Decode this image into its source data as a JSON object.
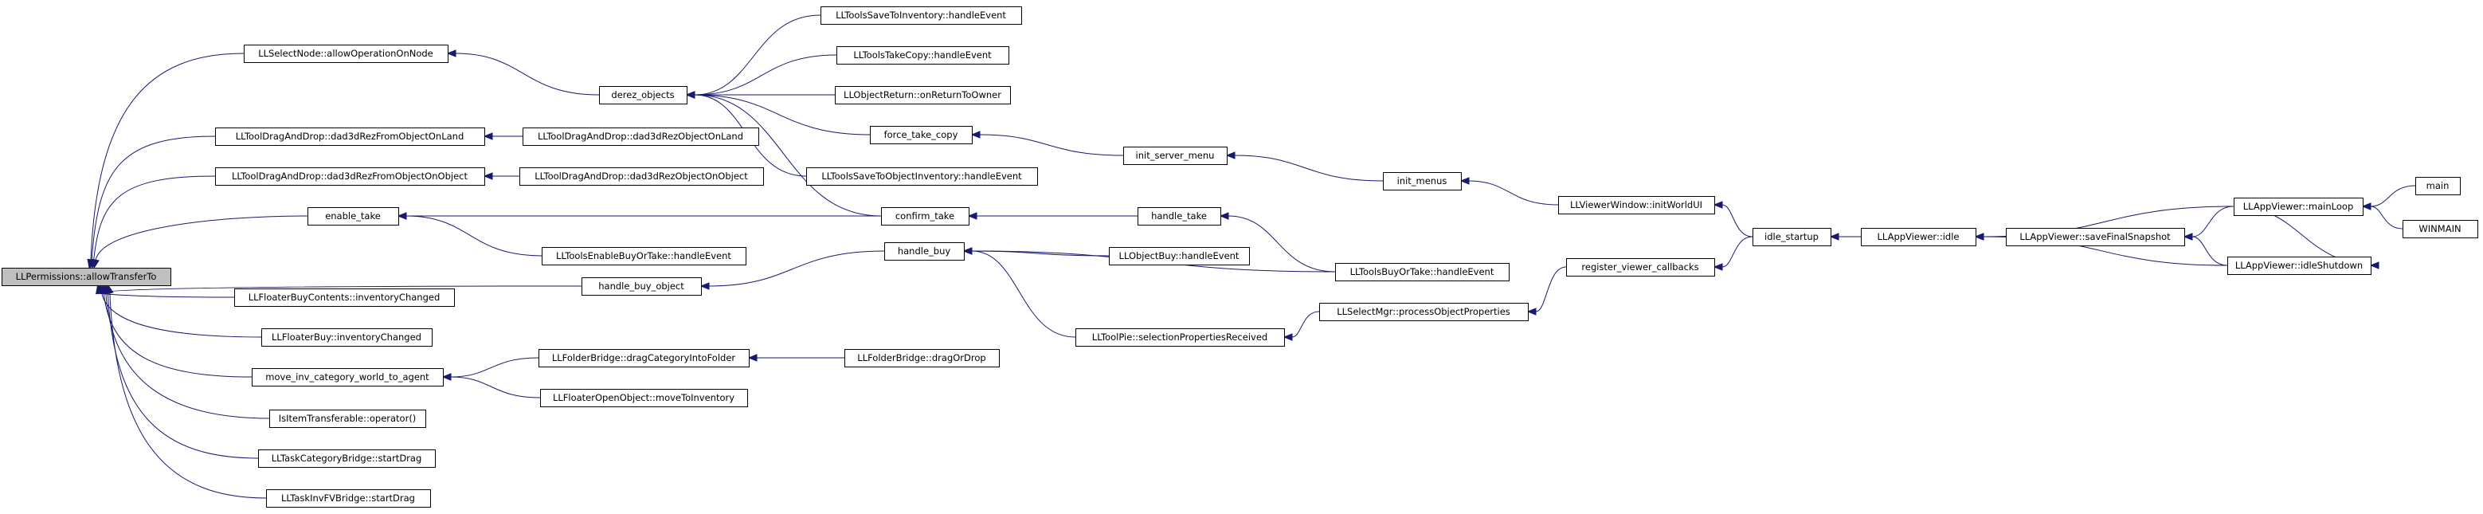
{
  "graph": {
    "nodes": [
      {
        "id": "allow",
        "label": "LLPermissions::allowTransferTo",
        "root": true
      },
      {
        "id": "selectnode",
        "label": "LLSelectNode::allowOperationOnNode"
      },
      {
        "id": "dragland",
        "label": "LLToolDragAndDrop::dad3dRezFromObjectOnLand"
      },
      {
        "id": "dragobj",
        "label": "LLToolDragAndDrop::dad3dRezFromObjectOnObject"
      },
      {
        "id": "enabletake",
        "label": "enable_take"
      },
      {
        "id": "handlebuyobj",
        "label": "handle_buy_object"
      },
      {
        "id": "buycontents",
        "label": "LLFloaterBuyContents::inventoryChanged"
      },
      {
        "id": "floaterbuy",
        "label": "LLFloaterBuy::inventoryChanged"
      },
      {
        "id": "moveinv",
        "label": "move_inv_category_world_to_agent"
      },
      {
        "id": "itemtransfer",
        "label": "IsItemTransferable::operator()"
      },
      {
        "id": "taskcat",
        "label": "LLTaskCategoryBridge::startDrag"
      },
      {
        "id": "taskinv",
        "label": "LLTaskInvFVBridge::startDrag"
      },
      {
        "id": "derez",
        "label": "derez_objects"
      },
      {
        "id": "dragland2",
        "label": "LLToolDragAndDrop::dad3dRezObjectOnLand"
      },
      {
        "id": "dragobj2",
        "label": "LLToolDragAndDrop::dad3dRezObjectOnObject"
      },
      {
        "id": "enablebuy",
        "label": "LLToolsEnableBuyOrTake::handleEvent"
      },
      {
        "id": "confirmtake",
        "label": "confirm_take"
      },
      {
        "id": "handlebuy",
        "label": "handle_buy"
      },
      {
        "id": "folderdrag",
        "label": "LLFolderBridge::dragCategoryIntoFolder"
      },
      {
        "id": "floateropen",
        "label": "LLFloaterOpenObject::moveToInventory"
      },
      {
        "id": "foldergrop",
        "label": "LLFolderBridge::dragOrDrop"
      },
      {
        "id": "savetoinv",
        "label": "LLToolsSaveToInventory::handleEvent"
      },
      {
        "id": "takecopy",
        "label": "LLToolsTakeCopy::handleEvent"
      },
      {
        "id": "objreturn",
        "label": "LLObjectReturn::onReturnToOwner"
      },
      {
        "id": "forcetake",
        "label": "force_take_copy"
      },
      {
        "id": "savetoobjinv",
        "label": "LLToolsSaveToObjectInventory::handleEvent"
      },
      {
        "id": "handletake",
        "label": "handle_take"
      },
      {
        "id": "objbuy",
        "label": "LLObjectBuy::handleEvent"
      },
      {
        "id": "buyortake",
        "label": "LLToolsBuyOrTake::handleEvent"
      },
      {
        "id": "toolpie",
        "label": "LLToolPie::selectionPropertiesReceived"
      },
      {
        "id": "initserver",
        "label": "init_server_menu"
      },
      {
        "id": "initmenus",
        "label": "init_menus"
      },
      {
        "id": "processobj",
        "label": "LLSelectMgr::processObjectProperties"
      },
      {
        "id": "registercb",
        "label": "register_viewer_callbacks"
      },
      {
        "id": "initworld",
        "label": "LLViewerWindow::initWorldUI"
      },
      {
        "id": "idlestartup",
        "label": "idle_startup"
      },
      {
        "id": "appidle",
        "label": "LLAppViewer::idle"
      },
      {
        "id": "savesnap",
        "label": "LLAppViewer::saveFinalSnapshot"
      },
      {
        "id": "mainloop",
        "label": "LLAppViewer::mainLoop"
      },
      {
        "id": "idleshutdown",
        "label": "LLAppViewer::idleShutdown"
      },
      {
        "id": "main",
        "label": "main"
      },
      {
        "id": "winmain",
        "label": "WINMAIN"
      }
    ],
    "edges": [
      [
        "selectnode",
        "allow"
      ],
      [
        "dragland",
        "allow"
      ],
      [
        "dragobj",
        "allow"
      ],
      [
        "enabletake",
        "allow"
      ],
      [
        "handlebuyobj",
        "allow"
      ],
      [
        "buycontents",
        "allow"
      ],
      [
        "floaterbuy",
        "allow"
      ],
      [
        "moveinv",
        "allow"
      ],
      [
        "itemtransfer",
        "allow"
      ],
      [
        "taskcat",
        "allow"
      ],
      [
        "taskinv",
        "allow"
      ],
      [
        "derez",
        "selectnode"
      ],
      [
        "dragland2",
        "dragland"
      ],
      [
        "dragobj2",
        "dragobj"
      ],
      [
        "confirmtake",
        "enabletake"
      ],
      [
        "enablebuy",
        "enabletake"
      ],
      [
        "handlebuy",
        "handlebuyobj"
      ],
      [
        "folderdrag",
        "moveinv"
      ],
      [
        "floateropen",
        "moveinv"
      ],
      [
        "foldergrop",
        "folderdrag"
      ],
      [
        "savetoinv",
        "derez"
      ],
      [
        "takecopy",
        "derez"
      ],
      [
        "objreturn",
        "derez"
      ],
      [
        "forcetake",
        "derez"
      ],
      [
        "savetoobjinv",
        "derez"
      ],
      [
        "confirmtake",
        "derez"
      ],
      [
        "handletake",
        "confirmtake"
      ],
      [
        "objbuy",
        "handlebuy"
      ],
      [
        "buyortake",
        "handlebuy"
      ],
      [
        "toolpie",
        "handlebuy"
      ],
      [
        "initserver",
        "forcetake"
      ],
      [
        "buyortake",
        "handletake"
      ],
      [
        "processobj",
        "toolpie"
      ],
      [
        "initmenus",
        "initserver"
      ],
      [
        "registercb",
        "processobj"
      ],
      [
        "initworld",
        "initmenus"
      ],
      [
        "idlestartup",
        "initworld"
      ],
      [
        "idlestartup",
        "registercb"
      ],
      [
        "appidle",
        "idlestartup"
      ],
      [
        "mainloop",
        "appidle"
      ],
      [
        "savesnap",
        "appidle"
      ],
      [
        "idleshutdown",
        "appidle"
      ],
      [
        "mainloop",
        "savesnap"
      ],
      [
        "idleshutdown",
        "savesnap"
      ],
      [
        "mainloop",
        "idleshutdown"
      ],
      [
        "main",
        "mainloop"
      ],
      [
        "winmain",
        "mainloop"
      ]
    ]
  }
}
